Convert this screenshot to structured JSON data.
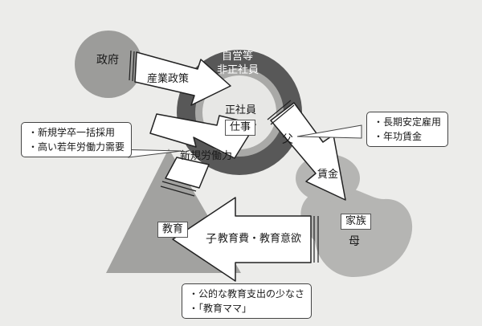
{
  "diagram": {
    "nodes": {
      "government": "政府",
      "self_employed_line1": "自営等",
      "self_employed_line2": "非正社員",
      "regular_employee": "正社員",
      "work": "仕事",
      "father": "父",
      "family": "家族",
      "mother": "母",
      "child": "子",
      "education": "教育"
    },
    "arrows": {
      "industrial_policy": "産業政策",
      "new_labor": "新規労働力",
      "wages": "賃金",
      "education_cost": "教育費・教育意欲"
    },
    "callouts": {
      "employment": [
        "・長期安定雇用",
        "・年功賃金"
      ],
      "hiring": [
        "・新規学卒一括採用",
        "・高い若年労働力需要"
      ],
      "education": [
        "・公的な教育支出の少なさ",
        "・「教育ママ」"
      ]
    }
  }
}
